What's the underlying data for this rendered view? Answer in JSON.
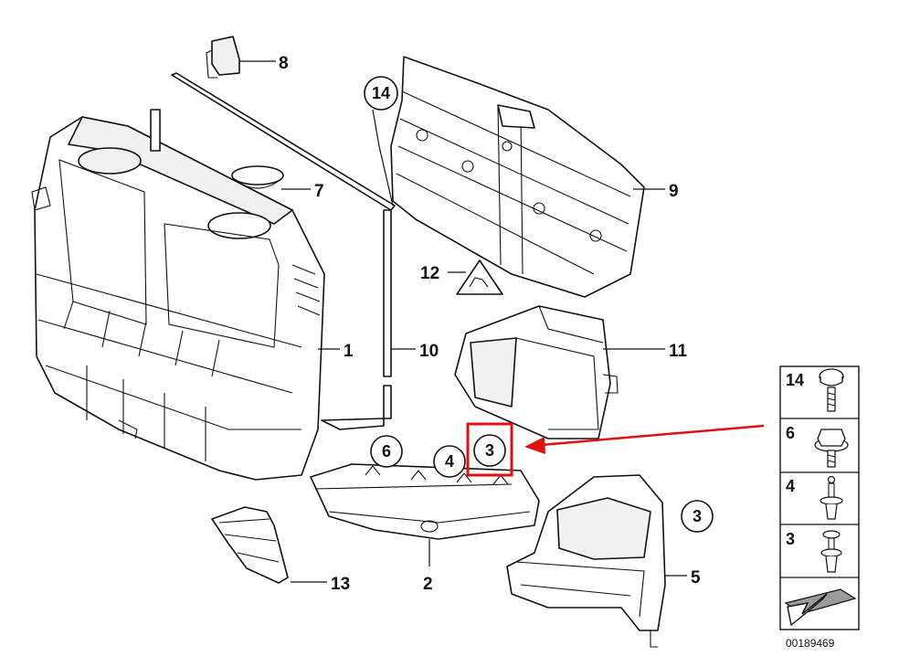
{
  "diagram": {
    "callouts": [
      "1",
      "2",
      "5",
      "7",
      "8",
      "9",
      "10",
      "11",
      "12",
      "13"
    ],
    "circled_refs": [
      "14",
      "6",
      "4",
      "3",
      "3"
    ],
    "legend": [
      "14",
      "6",
      "4",
      "3"
    ],
    "ref_number": "00189469",
    "colors": {
      "highlight": "#e01010",
      "line": "#111111",
      "background": "#ffffff"
    }
  }
}
